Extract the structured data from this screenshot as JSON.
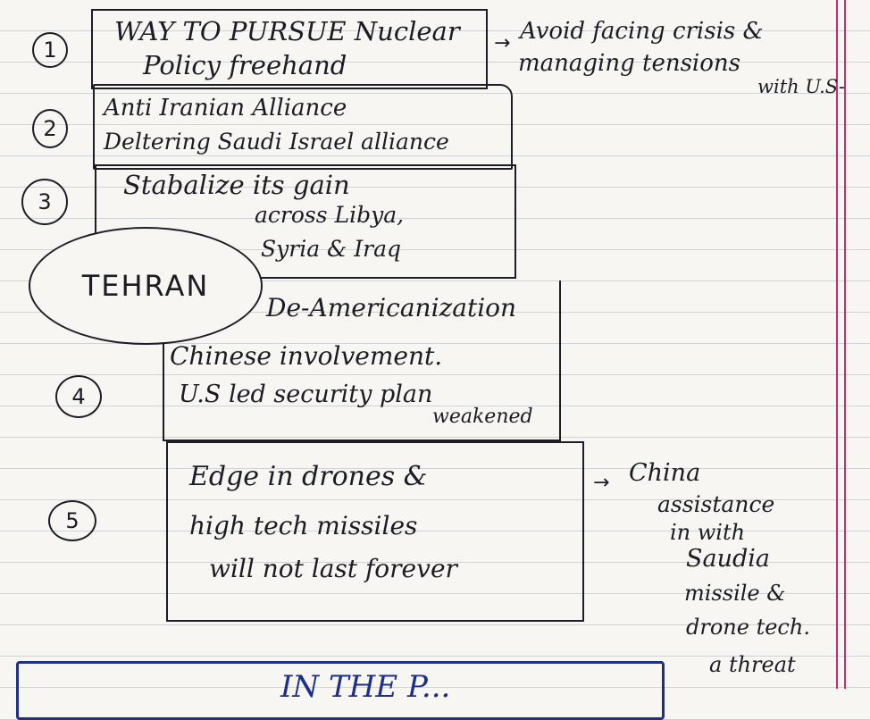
{
  "items": [
    {
      "number": "1",
      "line1": "WAY TO PURSUE Nuclear",
      "line2": "Policy freehand"
    },
    {
      "number": "2",
      "line1": "Anti Iranian Alliance",
      "line2": "Deltering Saudi Israel alliance"
    },
    {
      "number": "3",
      "line1": "Stabalize its gain",
      "line2": "across Libya,",
      "line3": "Syria & Iraq"
    },
    {
      "heading": "De-Americanization",
      "number": "4",
      "line1": "Chinese involvement.",
      "line2": "U.S led security plan",
      "line3": "weakened"
    },
    {
      "number": "5",
      "line1": "Edge in drones &",
      "line2": "high tech missiles",
      "line3": "will not last forever"
    }
  ],
  "center_label": "TEHRAN",
  "side_notes": {
    "arrow1": "→",
    "note1_line1": "Avoid facing crisis &",
    "note1_line2": "managing tensions",
    "note1_line3": "with U.S-",
    "arrow2": "→",
    "note2_lines": [
      "China",
      "assistance",
      "in with",
      "Saudia",
      "missile &",
      "drone tech.",
      "a threat"
    ]
  },
  "footer_partial": "IN THE P..."
}
